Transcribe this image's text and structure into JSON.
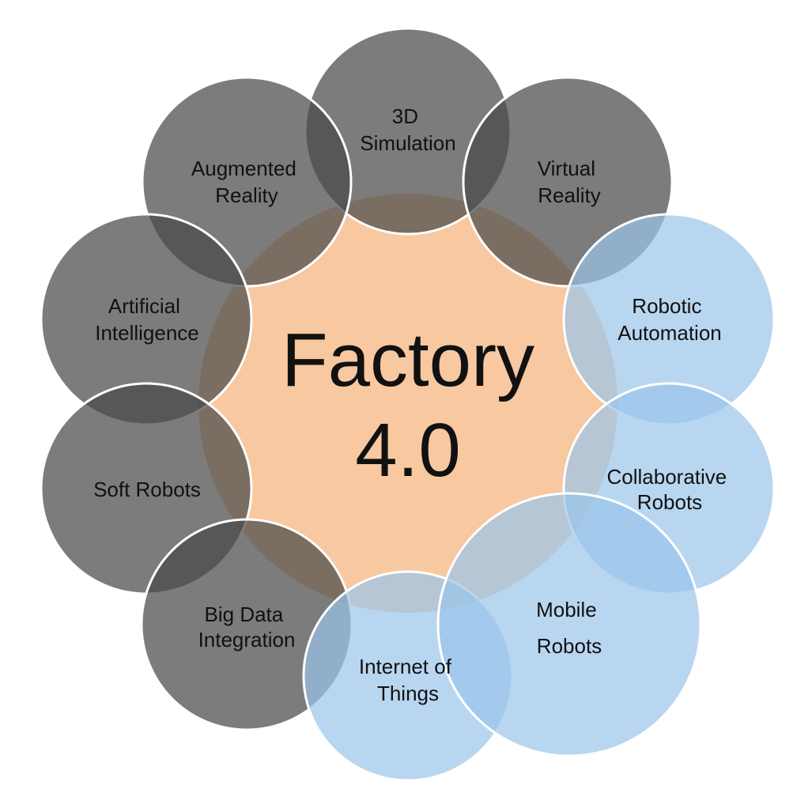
{
  "center": {
    "line1": "Factory",
    "line2": "4.0"
  },
  "nodes": [
    {
      "id": "3d-simulation",
      "lines": [
        "3D",
        "Simulation"
      ],
      "tone": "gray"
    },
    {
      "id": "virtual-reality",
      "lines": [
        "Virtual",
        "Reality"
      ],
      "tone": "gray"
    },
    {
      "id": "robotic-automation",
      "lines": [
        "Robotic",
        "Automation"
      ],
      "tone": "blue"
    },
    {
      "id": "collaborative-robots",
      "lines": [
        "Collaborative",
        "Robots"
      ],
      "tone": "blue"
    },
    {
      "id": "mobile-robots",
      "lines": [
        "Mobile",
        "Robots"
      ],
      "tone": "blue"
    },
    {
      "id": "internet-of-things",
      "lines": [
        "Internet of",
        "Things"
      ],
      "tone": "blue"
    },
    {
      "id": "big-data-integration",
      "lines": [
        "Big Data",
        "Integration"
      ],
      "tone": "gray"
    },
    {
      "id": "soft-robots",
      "lines": [
        "Soft Robots"
      ],
      "tone": "gray"
    },
    {
      "id": "artificial-intelligence",
      "lines": [
        "Artificial",
        "Intelligence"
      ],
      "tone": "gray"
    },
    {
      "id": "augmented-reality",
      "lines": [
        "Augmented",
        "Reality"
      ],
      "tone": "gray"
    }
  ],
  "colors": {
    "center_fill": "#f8c8a0",
    "gray_fill": "#6b6b6b",
    "blue_fill": "#a9cdec",
    "outline": "#ffffff",
    "text": "#111111"
  }
}
